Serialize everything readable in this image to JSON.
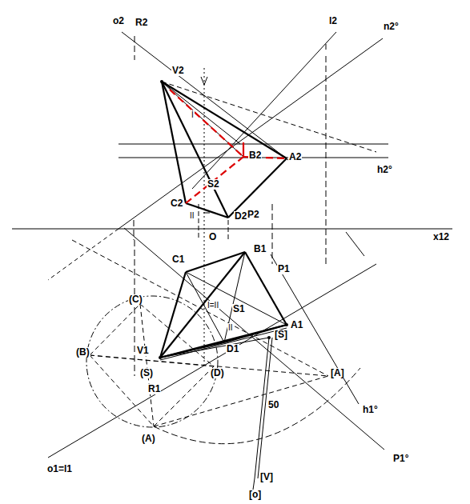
{
  "diagram": {
    "labels": [
      "o2",
      "R2",
      "V2",
      "l2",
      "n2°",
      "I",
      "B2",
      "A2",
      "h2°",
      "S2",
      "C2",
      "II",
      "D2",
      "P2",
      "O",
      "x12",
      "C1",
      "B1",
      "P1",
      "I=II",
      "S1",
      "A1",
      "(C)",
      "V1",
      "D1",
      "[S]",
      "(B)",
      "(S)",
      "(D)",
      "[A]",
      "h1°",
      "R1",
      "50",
      "(A)",
      "o1=l1",
      "P1°",
      "[V]",
      "[o]",
      "II"
    ]
  }
}
